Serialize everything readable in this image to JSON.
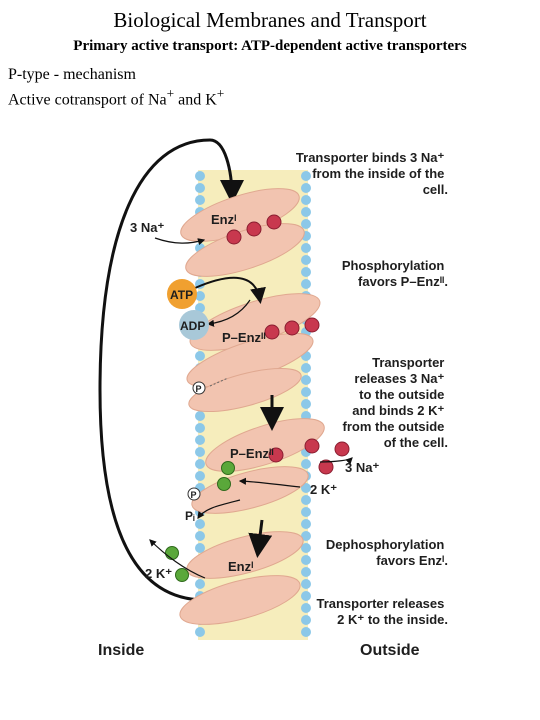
{
  "header": {
    "title": "Biological Membranes and Transport",
    "subtitle": "Primary active transport: ATP-dependent active transporters",
    "line1": "P-type - mechanism",
    "line2_prefix": "Active cotransport of Na",
    "line2_mid": " and K",
    "superscript": "+"
  },
  "captions": {
    "step1": [
      "Transporter binds 3 Na⁺",
      "from the inside of the",
      "cell."
    ],
    "step2": [
      "Phosphorylation",
      "favors P–Enzᴵᴵ."
    ],
    "step3": [
      "Transporter",
      "releases 3 Na⁺",
      "to the outside",
      "and binds 2 K⁺",
      "from the outside",
      "of the cell."
    ],
    "step4": [
      "Dephosphorylation",
      "favors Enzᴵ."
    ],
    "step5": [
      "Transporter releases",
      "2 K⁺ to the inside."
    ]
  },
  "labels": {
    "na_in": "3 Na⁺",
    "enz1_top": "Enzᴵ",
    "atp": "ATP",
    "adp": "ADP",
    "penz2_a": "P–Enzᴵᴵ",
    "p_free": "P",
    "penz2_b": "P–Enzᴵᴵ",
    "na_out": "3 Na⁺",
    "k_out": "2 K⁺",
    "p_bound": "P",
    "pi": "Pᵢ",
    "k_in": "2 K⁺",
    "enz1_bottom": "Enzᴵ",
    "inside": "Inside",
    "outside": "Outside"
  },
  "colors": {
    "protein": "#f2c4b0",
    "na_ion": "#c8384e",
    "k_ion": "#5aa83a",
    "atp": "#f0a030",
    "adp": "#a8c8d8",
    "lipid_head": "#8cc8e8",
    "lipid_tail": "#f2e6a0"
  }
}
